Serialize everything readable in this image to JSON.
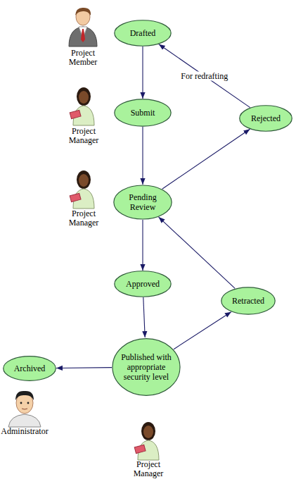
{
  "diagram": {
    "nodes": [
      {
        "text": [
          "Drafted"
        ]
      },
      {
        "text": [
          "Submit"
        ]
      },
      {
        "text": [
          "Rejected"
        ]
      },
      {
        "text": [
          "Pending Review"
        ]
      },
      {
        "text": [
          "Approved"
        ]
      },
      {
        "text": [
          "Retracted"
        ]
      },
      {
        "text": [
          "Published with appropriate security level"
        ]
      },
      {
        "text": [
          "Archived"
        ]
      }
    ],
    "edges": [
      {
        "from": 0,
        "to": 1,
        "arrow": "to"
      },
      {
        "from": 1,
        "to": 3,
        "arrow": "to"
      },
      {
        "from": 3,
        "to": 2,
        "arrow": "to"
      },
      {
        "from": 2,
        "to": 0,
        "arrow": "to",
        "label": "For redrafting"
      },
      {
        "from": 3,
        "to": 4,
        "arrow": "to"
      },
      {
        "from": 4,
        "to": 6,
        "arrow": "to"
      },
      {
        "from": 6,
        "to": 5,
        "arrow": "to"
      },
      {
        "from": 5,
        "to": 3,
        "arrow": "to"
      },
      {
        "from": 6,
        "to": 7,
        "arrow": "to"
      }
    ],
    "labels": [
      "Project Member",
      "Project Manager",
      "Project Manager",
      "Administrator",
      "Project Manager"
    ]
  }
}
